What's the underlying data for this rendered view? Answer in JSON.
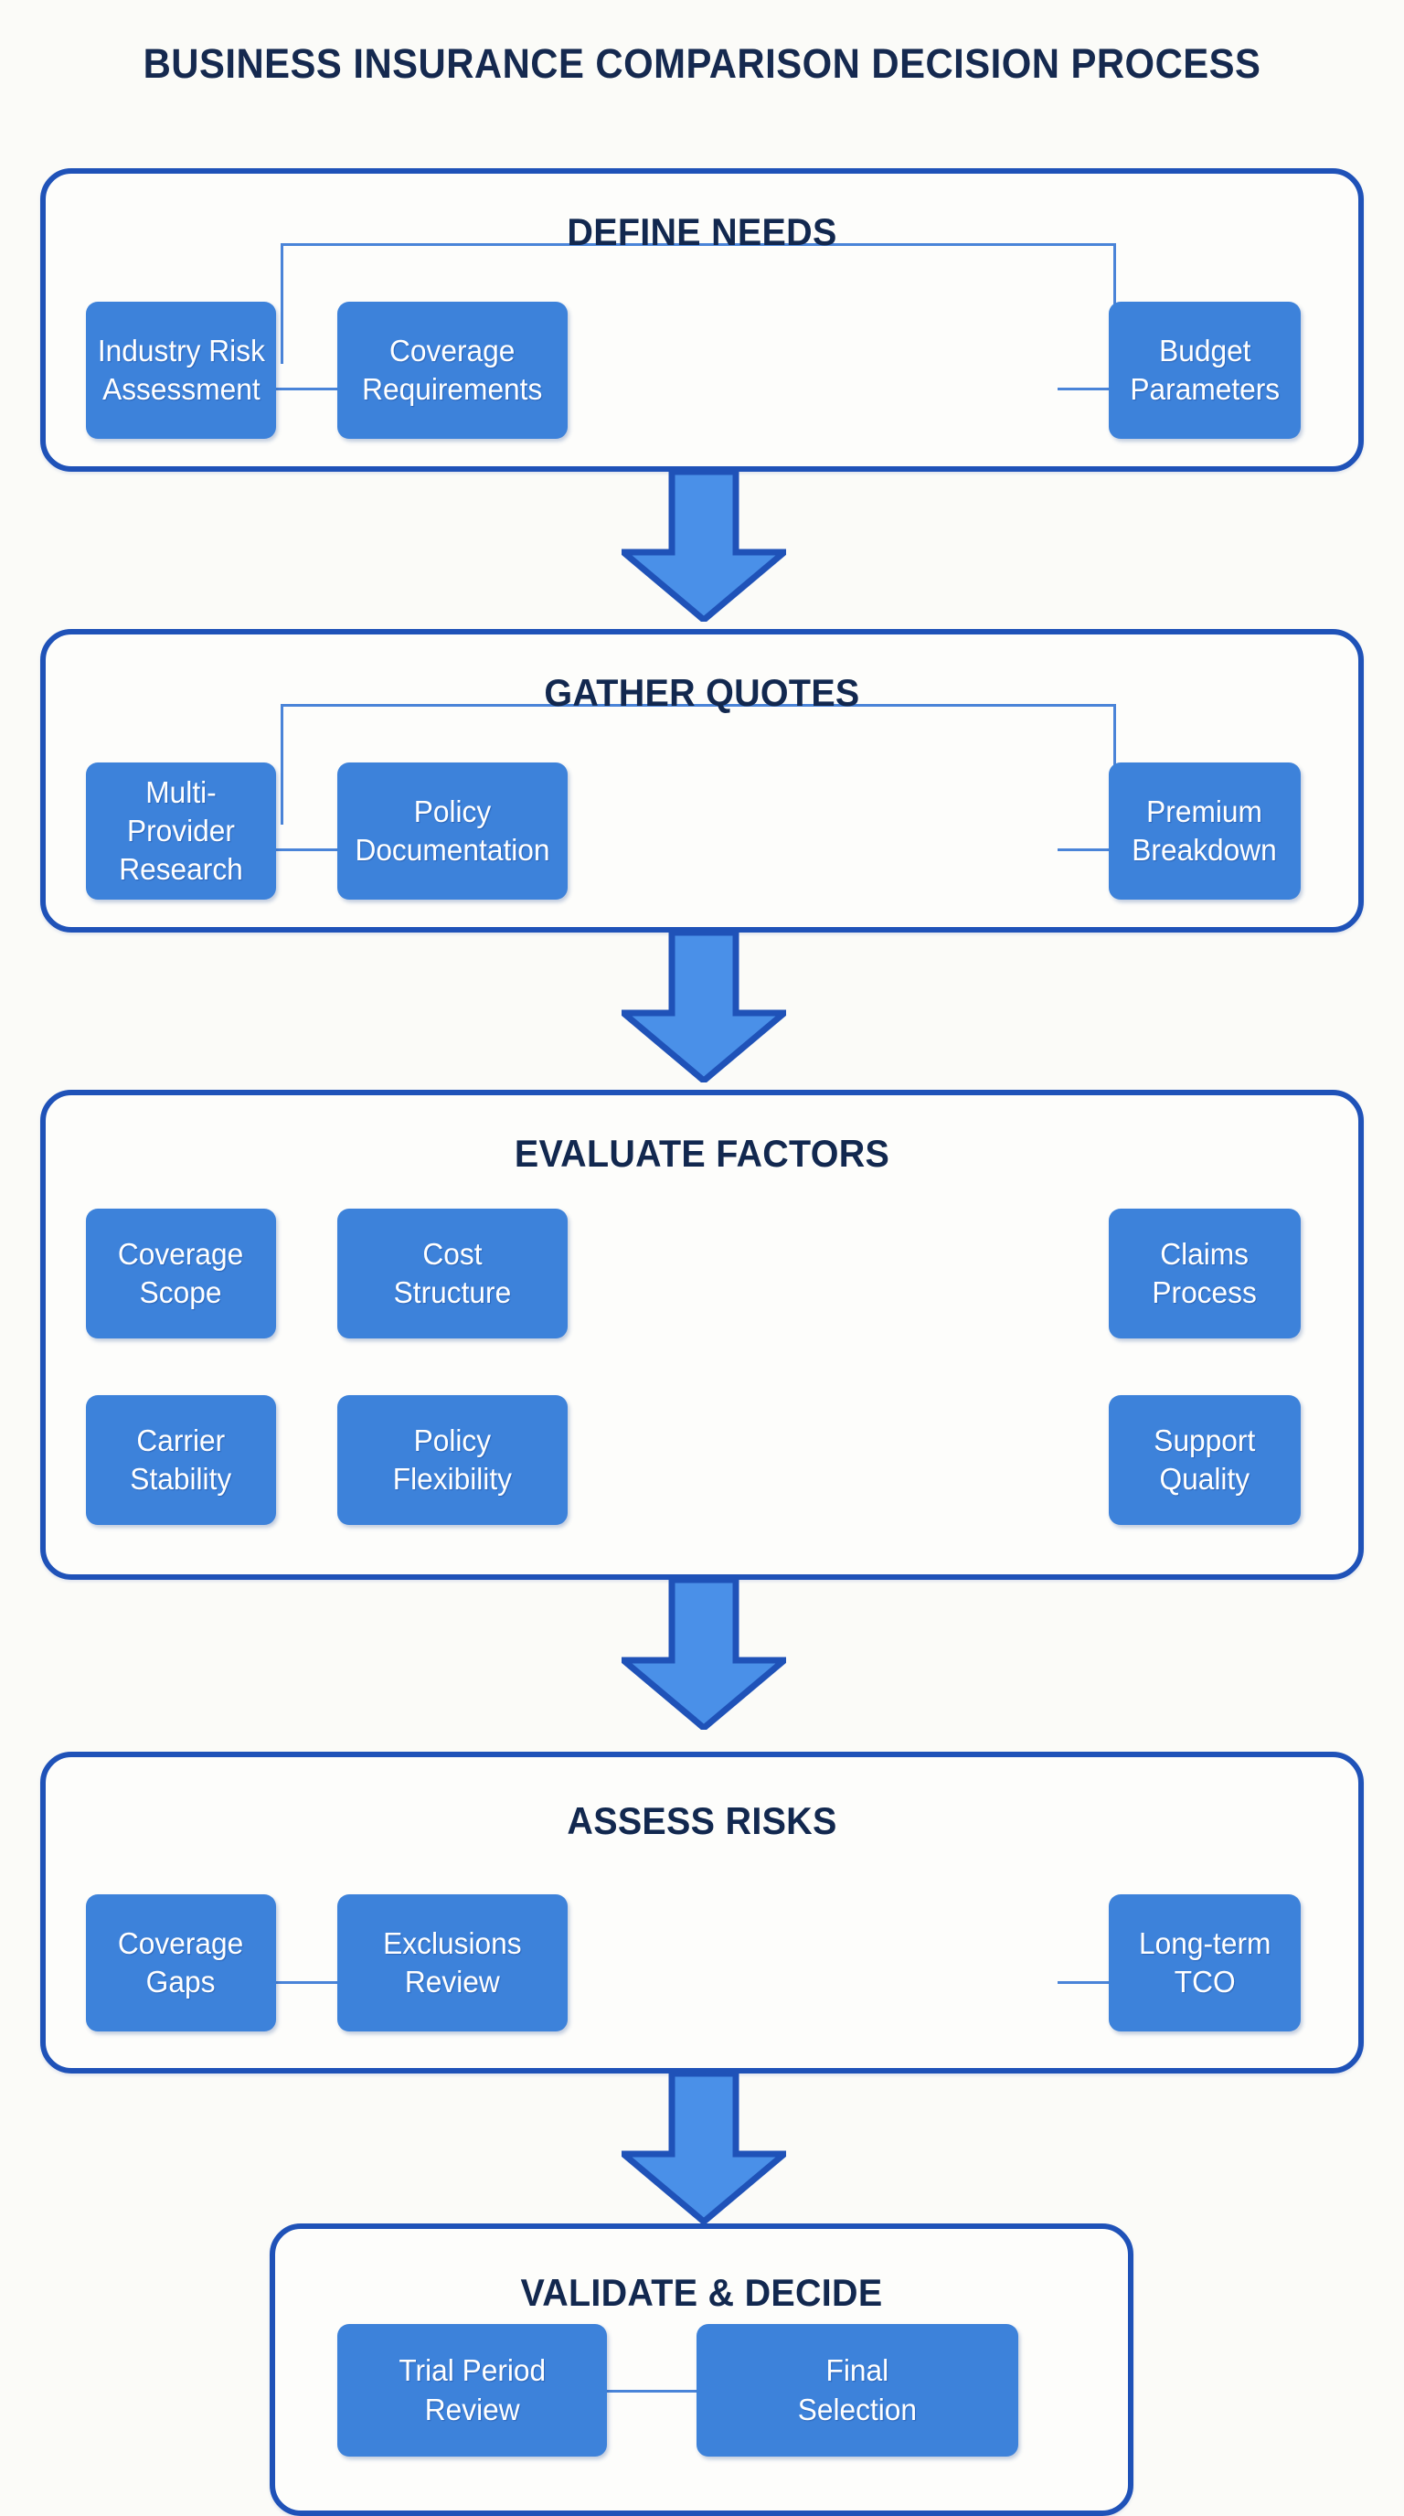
{
  "title": "BUSINESS INSURANCE COMPARISON DECISION PROCESS",
  "colors": {
    "background": "#fbfbf8",
    "stage_border": "#1f52b8",
    "stage_fill": "#fdfdfb",
    "box_fill": "#3d82da",
    "box_text": "#ffffff",
    "title_text": "#15294f",
    "stage_title_text": "#12284f",
    "connector": "#4a84d8",
    "arrow_fill": "#4a90e8",
    "arrow_stroke": "#1f52b8"
  },
  "stages": [
    {
      "id": "define-needs",
      "title": "DEFINE NEEDS",
      "items": [
        {
          "label": "Industry Risk\nAssessment"
        },
        {
          "label": "Coverage\nRequirements"
        },
        {
          "label": "Budget\nParameters"
        }
      ]
    },
    {
      "id": "gather-quotes",
      "title": "GATHER QUOTES",
      "items": [
        {
          "label": "Multi-Provider\nResearch"
        },
        {
          "label": "Policy\nDocumentation"
        },
        {
          "label": "Premium\nBreakdown"
        }
      ]
    },
    {
      "id": "evaluate-factors",
      "title": "EVALUATE FACTORS",
      "items": [
        {
          "label": "Coverage\nScope"
        },
        {
          "label": "Cost\nStructure"
        },
        {
          "label": "Claims\nProcess"
        },
        {
          "label": "Carrier\nStability"
        },
        {
          "label": "Policy\nFlexibility"
        },
        {
          "label": "Support\nQuality"
        }
      ]
    },
    {
      "id": "assess-risks",
      "title": "ASSESS RISKS",
      "items": [
        {
          "label": "Coverage\nGaps"
        },
        {
          "label": "Exclusions\nReview"
        },
        {
          "label": "Long-term\nTCO"
        }
      ]
    },
    {
      "id": "validate-decide",
      "title": "VALIDATE & DECIDE",
      "items": [
        {
          "label": "Trial Period\nReview"
        },
        {
          "label": "Final\nSelection"
        }
      ]
    }
  ]
}
